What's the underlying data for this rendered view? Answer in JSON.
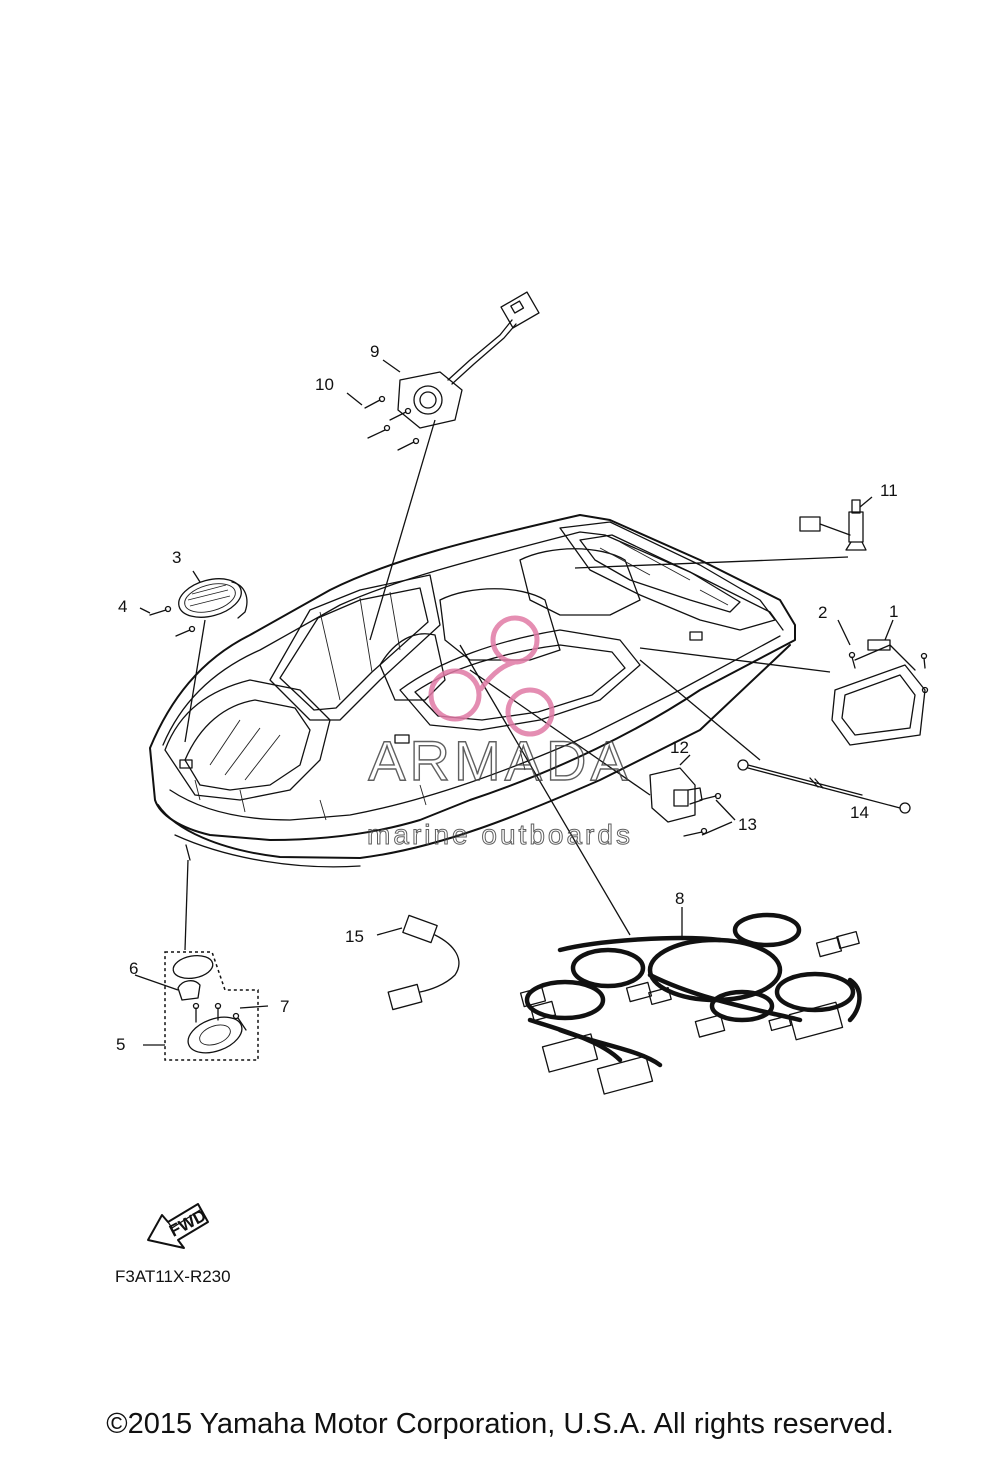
{
  "diagram": {
    "part_labels": [
      "1",
      "2",
      "3",
      "4",
      "5",
      "6",
      "7",
      "8",
      "9",
      "10",
      "11",
      "12",
      "13",
      "14",
      "15"
    ],
    "fwd_label": "FWD",
    "drawing_code": "F3AT11X-R230",
    "watermark": {
      "brand": "ARMADA",
      "tagline": "marine outboards",
      "color": "#e07aa5"
    },
    "copyright": "©2015 Yamaha Motor Corporation, U.S.A. All rights reserved."
  }
}
